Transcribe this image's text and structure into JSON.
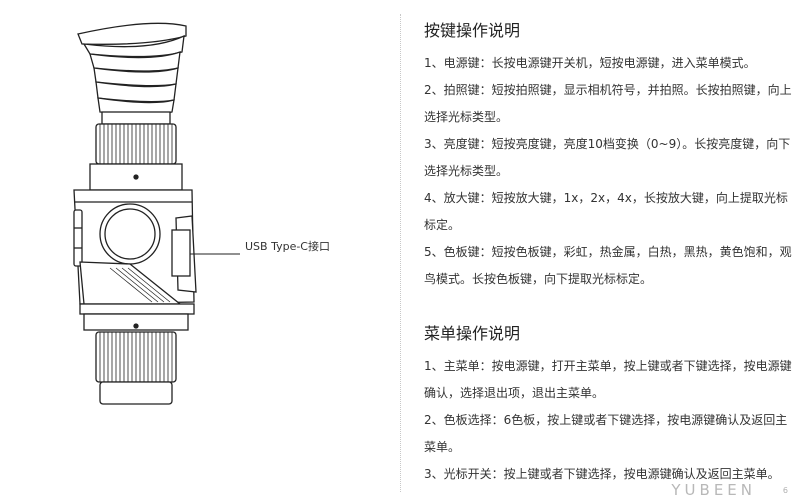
{
  "callout": {
    "usb_label": "USB Type-C接口"
  },
  "section1": {
    "title": "按键操作说明",
    "items": [
      "1、电源键：长按电源键开关机，短按电源键，进入菜单模式。",
      "2、拍照键：短按拍照键，显示相机符号，并拍照。长按拍照键，向上选择光标类型。",
      "3、亮度键：短按亮度键，亮度10档变换（0~9）。长按亮度键，向下选择光标类型。",
      "4、放大键：短按放大键，1x，2x，4x，长按放大键，向上提取光标标定。",
      " 5、色板键：短按色板键，彩虹，热金属，白热，黑热，黄色饱和，观鸟模式。长按色板键，向下提取光标标定。"
    ]
  },
  "section2": {
    "title": "菜单操作说明",
    "items": [
      "1、主菜单：按电源键，打开主菜单，按上键或者下键选择，按电源键确认，选择退出项，退出主菜单。",
      " 2、色板选择：6色板，按上键或者下键选择，按电源键确认及返回主菜单。",
      "3、光标开关：按上键或者下键选择，按电源键确认及返回主菜单。"
    ]
  },
  "footer": {
    "brand": "YUBEEN",
    "page_number": "6"
  }
}
